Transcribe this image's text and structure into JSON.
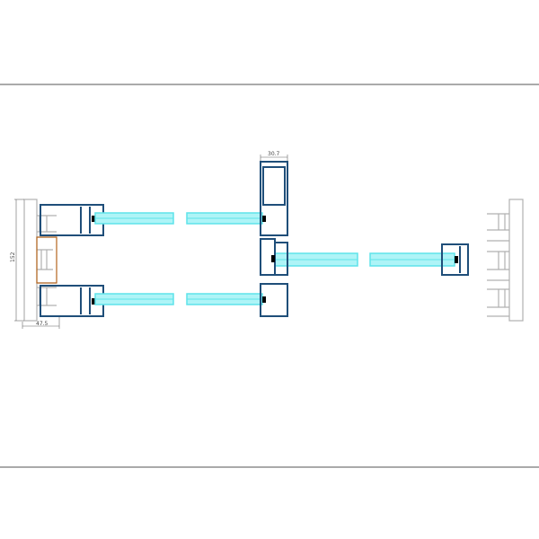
{
  "drawing": {
    "dimensions": {
      "height_left": "152",
      "width_bottom_left": "47.5",
      "width_top_mullion": "30.7"
    },
    "colors": {
      "profile": "#1f4e79",
      "frame": "#b0b0b0",
      "glass": "#5fe3ea",
      "insert": "#b5651d",
      "border": "#555555"
    }
  }
}
